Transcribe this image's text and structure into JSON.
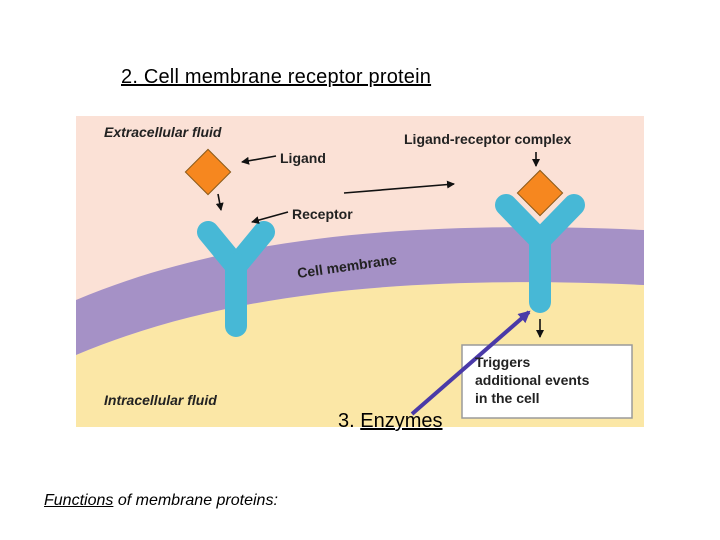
{
  "slide": {
    "title": "2.  Cell membrane receptor protein",
    "enzymes_number": "3. ",
    "enzymes_word": "Enzymes",
    "functions_word": "Functions",
    "functions_rest": " of membrane proteins:"
  },
  "diagram": {
    "labels": {
      "extracellular": "Extracellular fluid",
      "ligand": "Ligand",
      "complex": "Ligand-receptor complex",
      "receptor": "Receptor",
      "membrane": "Cell membrane",
      "intracellular": "Intracellular fluid",
      "triggers_line1": "Triggers",
      "triggers_line2": "additional events",
      "triggers_line3": "in the cell"
    },
    "colors": {
      "extracellular_bg": "#fbe1d6",
      "membrane": "#a591c6",
      "intracellular_bg": "#fbe7a6",
      "receptor": "#47b8d6",
      "ligand": "#f6871f",
      "arrow_purple": "#4a3aa8"
    }
  }
}
